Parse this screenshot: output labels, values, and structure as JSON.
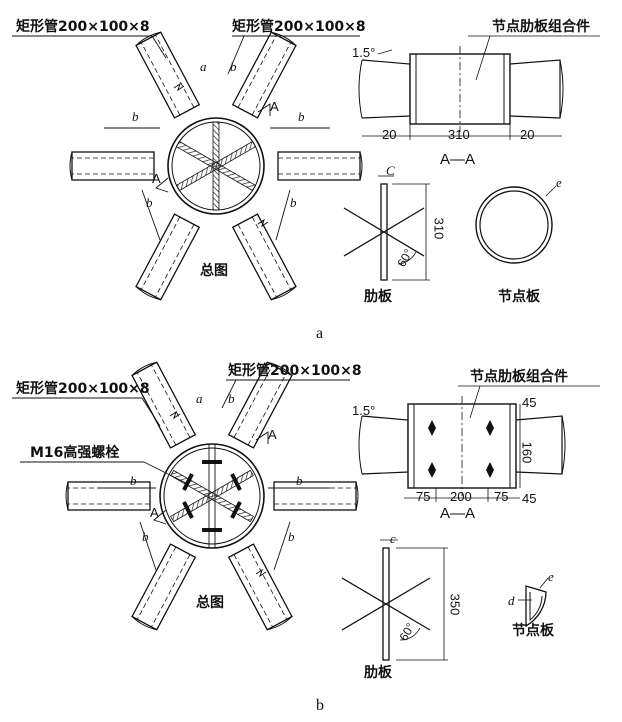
{
  "top": {
    "label_tube_left": "矩形管200×100×8",
    "label_tube_right": "矩形管200×100×8",
    "label_assembly": "节点肋板组合件",
    "label_overview": "总图",
    "label_rib": "肋板",
    "label_plate": "节点板",
    "section_title": "A—A",
    "angle_slope": "1.5°",
    "dim_left": "20",
    "dim_mid": "310",
    "dim_right": "20",
    "dim_rib_height": "310",
    "rib_angle": "60°",
    "rib_thk": "C",
    "plate_thk": "e",
    "branch_a1": "a",
    "branch_b1": "b",
    "branch_b2": "b",
    "branch_b3": "b",
    "branch_b4": "b",
    "branch_b5": "b",
    "cut_A1": "A",
    "cut_A2": "A",
    "caption": "a"
  },
  "bottom": {
    "label_tube_left": "矩形管200×100×8",
    "label_tube_right": "矩形管200×100×8",
    "label_assembly": "节点肋板组合件",
    "label_bolt": "M16高强螺栓",
    "label_overview": "总图",
    "label_rib": "肋板",
    "label_plate": "节点板",
    "section_title": "A—A",
    "angle_slope": "1.5°",
    "dim_75a": "75",
    "dim_200": "200",
    "dim_75b": "75",
    "dim_45_top": "45",
    "dim_160": "160",
    "dim_45_bot": "45",
    "dim_rib_height": "350",
    "rib_angle": "60°",
    "rib_thk": "c",
    "plate_d": "d",
    "plate_e": "e",
    "branch_a1": "a",
    "branch_b1": "b",
    "branch_b2": "b",
    "branch_b3": "b",
    "branch_b4": "b",
    "branch_b5": "b",
    "cut_A1": "A",
    "cut_A2": "A",
    "caption": "b"
  }
}
